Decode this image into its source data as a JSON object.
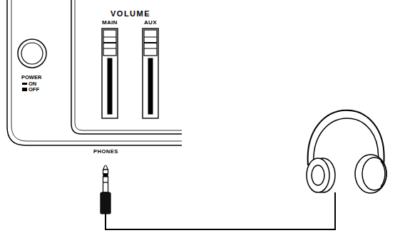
{
  "diagram": {
    "labels": [
      "VOLUME",
      "MAIN",
      "AUX",
      "POWER",
      "ON",
      "OFF",
      "PHONES"
    ]
  }
}
